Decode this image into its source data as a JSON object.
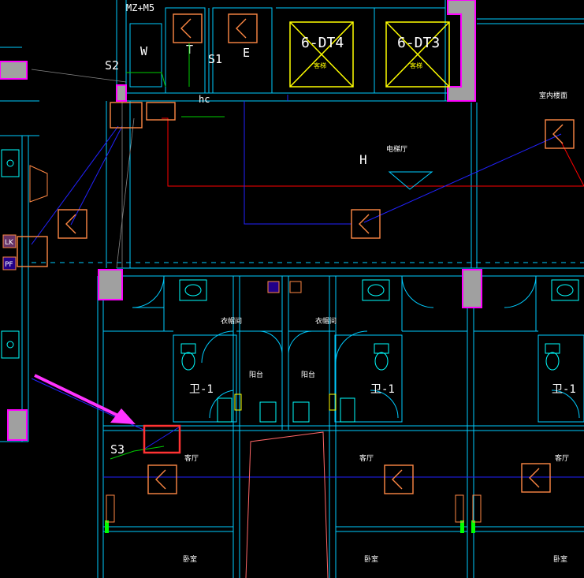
{
  "colors": {
    "background": "#000000",
    "wall": "#00ccff",
    "column_fill": "#a0a0a0",
    "column_stroke": "#ff00ff",
    "fixture": "#00ffff",
    "device": "#ff8844",
    "pipe_red": "#ff0000",
    "wire_blue": "#2222ff",
    "wire_green": "#00cc00",
    "elevator": "#ffff00",
    "highlight_box": "#ff3333",
    "arrow": "#ff33ff"
  },
  "labels": {
    "top_tag": "MZ+M5",
    "shaft_w": "W",
    "shaft_t": "T",
    "shaft_s1": "S1",
    "shaft_e": "E",
    "shaft_s2": "S2",
    "elevator_1": "6-DT4",
    "elevator_2": "6-DT3",
    "elevator_sub": "客梯",
    "room_right_top": "室内楼面",
    "hall_h": "H",
    "hall_name": "电梯厅",
    "riser_note": "hc",
    "tag_lk": "LK",
    "tag_pf": "PF",
    "s3": "S3",
    "bath_1": "卫-1",
    "bath_2": "卫-1",
    "bath_3": "卫-1",
    "balcony_1": "阳台",
    "balcony_2": "阳台",
    "closet_1": "衣帽间",
    "closet_2": "衣帽间",
    "room_1": "客厅",
    "room_2": "客厅",
    "room_3": "客厅",
    "bed_1": "卧室",
    "bed_2": "卧室",
    "bed_3": "卧室"
  }
}
